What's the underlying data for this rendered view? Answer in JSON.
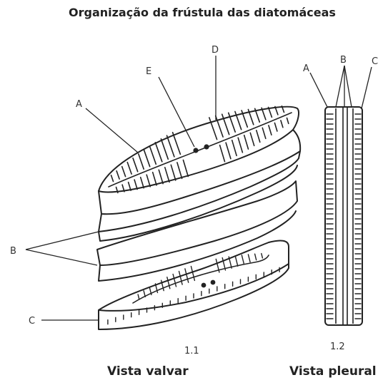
{
  "title": "Organização da frústula das diatomáceas",
  "labels": {
    "A": "A",
    "B": "B",
    "C": "C",
    "D": "D",
    "E": "E"
  },
  "figures": {
    "valvar_number": "1.1",
    "pleural_number": "1.2"
  },
  "captions": {
    "valvar": "Vista valvar",
    "pleural": "Vista pleural"
  },
  "colors": {
    "ink": "#222222",
    "background": "#ffffff"
  }
}
